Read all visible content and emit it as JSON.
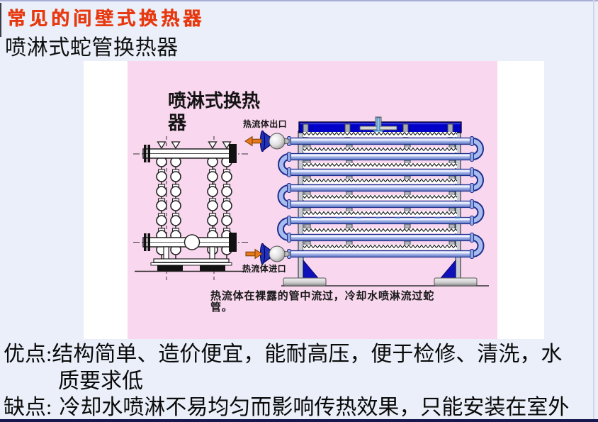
{
  "slide": {
    "title": "常见的间壁式换热器",
    "subtitle": "喷淋式蛇管换热器"
  },
  "figure": {
    "heading_line1": "喷淋式换热",
    "heading_line2": "器",
    "outlet_label": "热流体出口",
    "inlet_label": "热流体进口",
    "caption_line1": "热流体在裸露的管中流过，冷却水喷淋流过蛇",
    "caption_line2": "管。"
  },
  "notes": {
    "advantage_label": "优点:",
    "advantage_line1": "结构简单、造价便宜，能耐高压，便于检修、清洗，水",
    "advantage_line2": "质要求低",
    "disadvantage_label": "缺点:",
    "disadvantage_text": "冷却水喷淋不易均匀而影响传热效果，只能安装在室外"
  },
  "colors": {
    "title_red": "#e8380f",
    "slide_bg": "#eaeff9",
    "figure_pink": "#f9d7ee",
    "tray_blue": "#0000c8",
    "pipe_blue": "#a9bcee",
    "pipe_outline": "#1d2f8e",
    "arrow_orange": "#e5791c",
    "gusset_blue": "#1111bb",
    "bottom_bar": "#181850"
  }
}
